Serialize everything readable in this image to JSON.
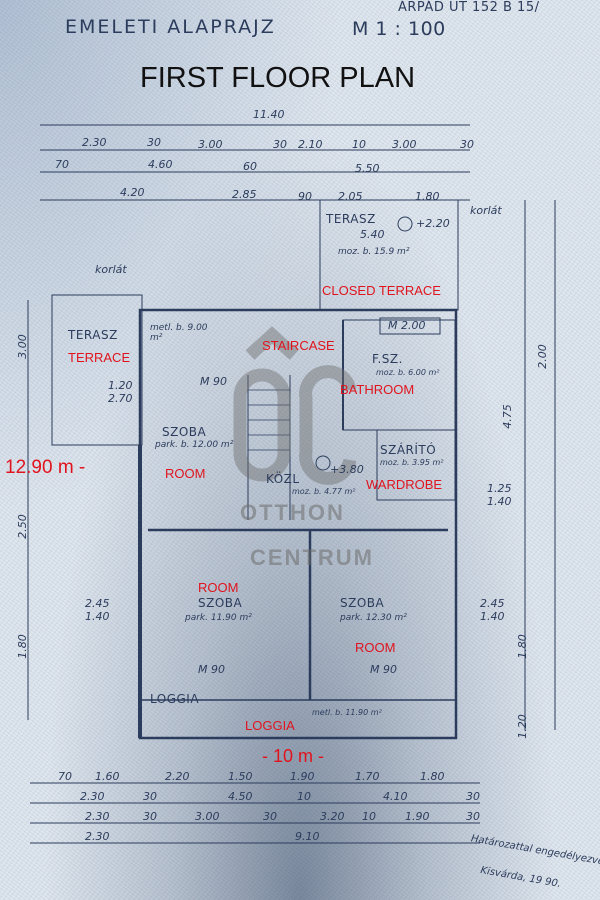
{
  "header": {
    "title_hu": "EMELETI  ALAPRAJZ",
    "scale": "M 1 : 100",
    "address": "ÁRPÁD  ÚT 152   B 15/",
    "title_en": "FIRST FLOOR PLAN"
  },
  "dims_top": {
    "total": "11.40",
    "row1": [
      "2.30",
      "30",
      "3.00",
      "30",
      "2.10",
      "10",
      "3.00",
      "30"
    ],
    "row2": [
      "70",
      "4.60",
      "60",
      "5.50"
    ],
    "row3": [
      "4.20",
      "2.85",
      "90",
      "2.05",
      "1.80"
    ]
  },
  "dims_bottom": {
    "row1": [
      "70",
      "1.60",
      "2.20",
      "1.50",
      "1.90",
      "1.70",
      "1.80"
    ],
    "row2": [
      "2.30",
      "30",
      "4.50",
      "10",
      "4.10",
      "30"
    ],
    "row3": [
      "2.30",
      "30",
      "3.00",
      "30",
      "3.20",
      "10",
      "1.90",
      "30"
    ],
    "row4": [
      "2.30",
      "9.10"
    ]
  },
  "dims_side": {
    "left": [
      "3.00",
      "2.50",
      "1.80"
    ],
    "right": [
      "4.75",
      "2.00",
      "1.80",
      "1.20"
    ],
    "left_window": [
      "2.45",
      "1.40"
    ],
    "right_window": [
      "2.45",
      "1.40"
    ],
    "wardrobe_window": [
      "1.25",
      "1.40"
    ]
  },
  "rooms": {
    "upper_terrace": {
      "name": "TERASZ",
      "dim": "5.40",
      "area": "moz. b. 15.9 m²",
      "level": "+2.20",
      "rail": "korlát"
    },
    "closed_terrace": "CLOSED TERRACE",
    "left_terrace": {
      "name": "TERASZ",
      "area": "metl. b. 9.00 m²",
      "translation": "TERRACE",
      "dims": [
        "1.20",
        "2.70"
      ],
      "rail": "korlát"
    },
    "staircase": "STAIRCASE",
    "bathroom": {
      "name": "F.SZ.",
      "area": "moz. b. 6.00 m²",
      "translation": "BATHROOM",
      "fixture": "M 2.00"
    },
    "room1": {
      "name": "SZOBA",
      "area": "park. b. 12.00 m²",
      "translation": "ROOM",
      "window": "M 90"
    },
    "wardrobe": {
      "name": "SZÁRÍTÓ",
      "area": "moz. b. 3.95 m²",
      "translation": "WARDROBE"
    },
    "hall": {
      "name": "KÖZL",
      "area": "moz. b. 4.77 m²",
      "level": "+3.80"
    },
    "room2": {
      "name": "SZOBA",
      "area": "park. 11.90 m²",
      "translation": "ROOM",
      "window": "M 90"
    },
    "room3": {
      "name": "SZOBA",
      "area": "park. 12.30 m²",
      "translation": "ROOM",
      "window": "M 90"
    },
    "loggia": {
      "name": "LOGGIA",
      "area": "metl. b. 11.90 m²",
      "translation": "LOGGIA"
    }
  },
  "measurements": {
    "height": "12.90 m -",
    "width": "- 10 m -"
  },
  "watermark": {
    "line1": "OTTHON",
    "line2": "CENTRUM"
  },
  "stamp": {
    "line1": "Határozattal engedélyezve",
    "line2": "Kisvárda, 19 90."
  }
}
